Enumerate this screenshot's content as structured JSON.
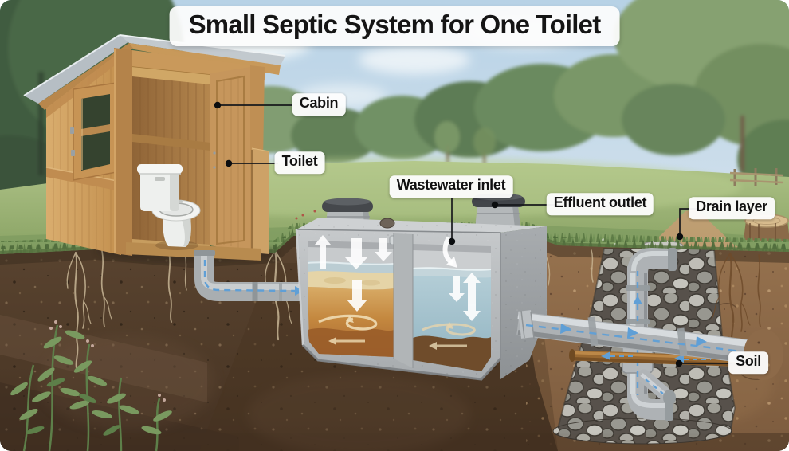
{
  "title": "Small Septic System for One Toilet",
  "callouts": {
    "cabin": "Cabin",
    "toilet": "Toilet",
    "wastewater_inlet": "Wastewater inlet",
    "effluent_outlet": "Effluent outlet",
    "drain_layer": "Drain layer",
    "soil": "Soil"
  },
  "palette": {
    "sky": "#bcd6e8",
    "grass_field": "#96ae72",
    "grass_fringe": "#5e7c46",
    "soil_dark": "#503b2a",
    "soil_light": "#8f6c4b",
    "wood_light": "#d2a263",
    "wood_dark": "#a87a42",
    "concrete": "#b7babc",
    "riser_cap": "#46494d",
    "scum_layer": "#e6d5a8",
    "septic_liquid": "#c08343",
    "clarified_water": "#9fc0ca",
    "sludge": "#6f4c2b",
    "pipe_gray": "#aeb2b5",
    "pipe_brown": "#9a6a33",
    "flow_blue": "#5f9fd6",
    "flow_arrow_white": "#ffffff",
    "gravel": "#a9a8a0",
    "label_bg": "#fcfcfc",
    "label_text": "#111111",
    "leader_line": "#1b1b1b"
  }
}
